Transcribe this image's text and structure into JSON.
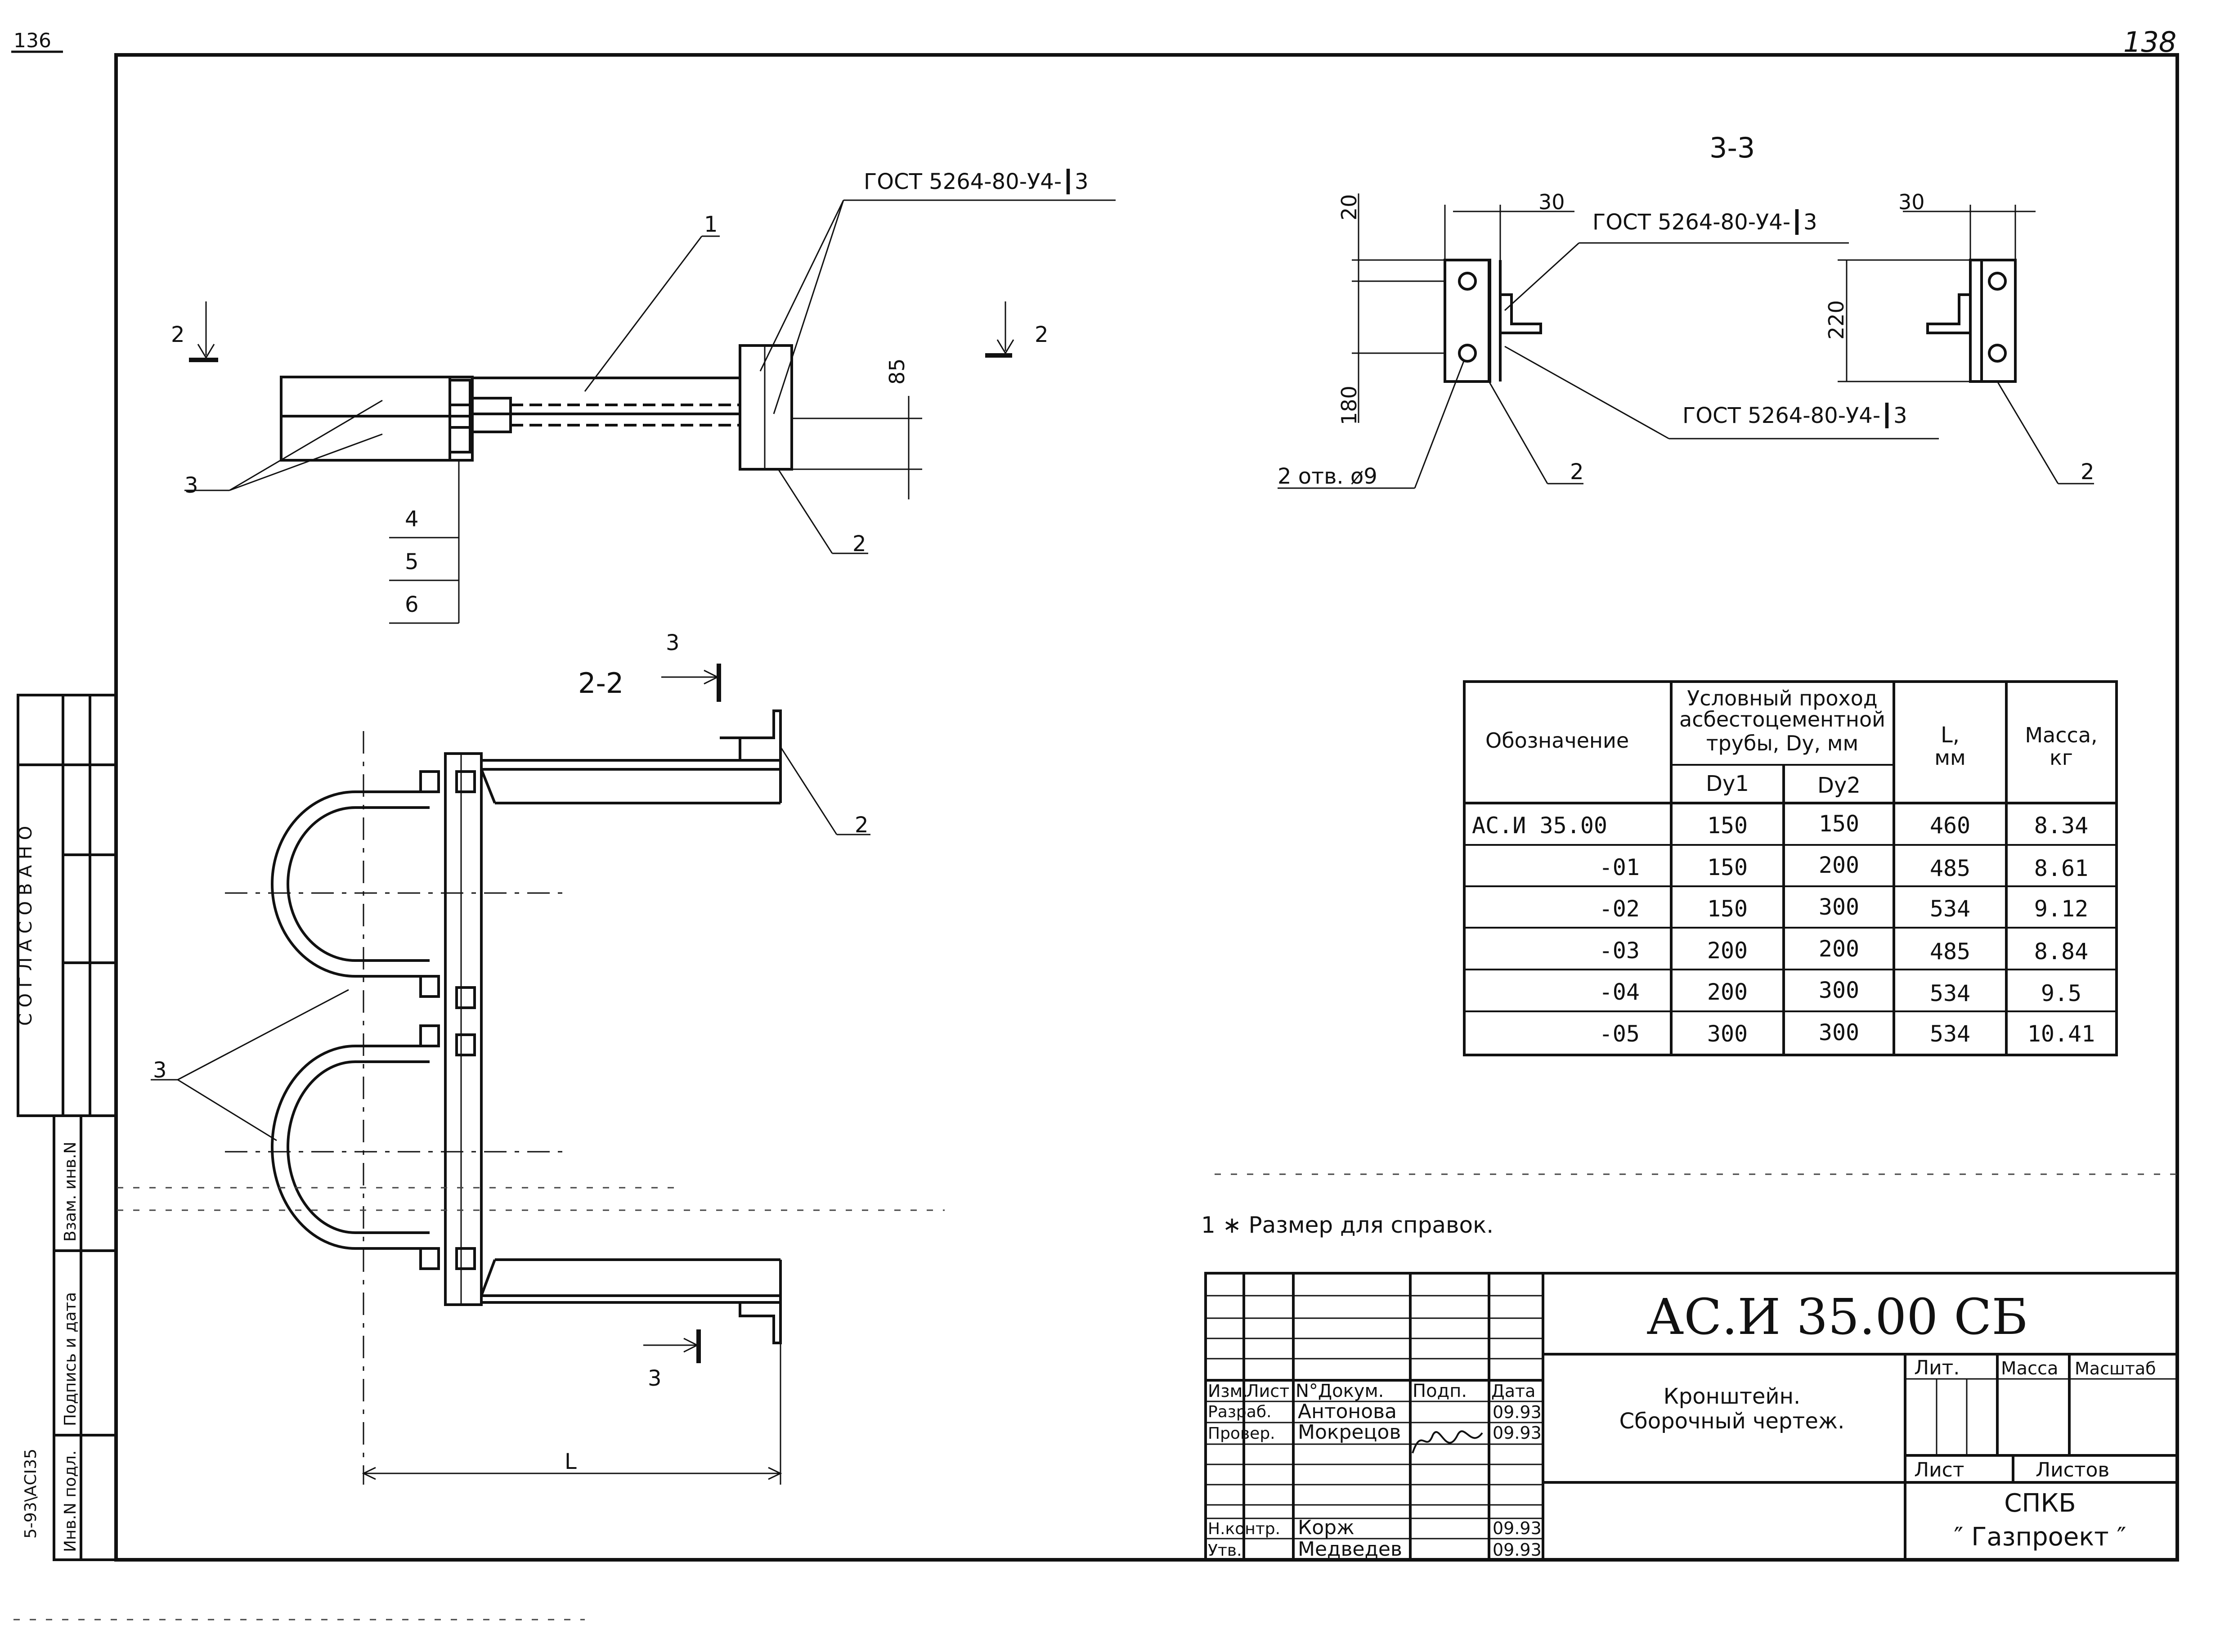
{
  "page": {
    "number": "138",
    "corner_mark": "136"
  },
  "view_main": {
    "weld_callout": "ГОСТ 5264-80-У4-┃3",
    "pos_1": "1",
    "pos_2": "2",
    "pos_3": "3",
    "pos_4": "4",
    "pos_5": "5",
    "pos_6": "6",
    "dim_85": "85",
    "cut_left": "2",
    "cut_right": "2"
  },
  "view_section22": {
    "title": "2-2",
    "cut_top": "3",
    "cut_bottom": "3",
    "pos_2": "2",
    "pos_3": "3",
    "dim_L": "L"
  },
  "view_section33": {
    "title": "3-3",
    "weld_top": "ГОСТ 5264-80-У4-┃3",
    "weld_bottom": "ГОСТ 5264-80-У4-┃3",
    "dim_30_left": "30",
    "dim_30_right": "30",
    "dim_20": "20",
    "dim_180": "180",
    "dim_220": "220",
    "holes": "2 отв. ø9",
    "pos_2_left": "2",
    "pos_2_right": "2"
  },
  "variant_table": {
    "header_designation": "Обозначение",
    "header_dn_line1": "Условный проход",
    "header_dn_line2": "асбестоцементной",
    "header_dn_line3": "трубы, Dy, мм",
    "header_dy1": "Dy1",
    "header_dy2": "Dy2",
    "header_L_line1": "L,",
    "header_L_line2": "мм",
    "header_mass_line1": "Масса,",
    "header_mass_line2": "кг",
    "rows": [
      {
        "designation": "АС.И 35.00",
        "dy1": "150",
        "dy2": "150",
        "L": "460",
        "mass": "8.34"
      },
      {
        "designation": "-01",
        "dy1": "150",
        "dy2": "200",
        "L": "485",
        "mass": "8.61"
      },
      {
        "designation": "-02",
        "dy1": "150",
        "dy2": "300",
        "L": "534",
        "mass": "9.12"
      },
      {
        "designation": "-03",
        "dy1": "200",
        "dy2": "200",
        "L": "485",
        "mass": "8.84"
      },
      {
        "designation": "-04",
        "dy1": "200",
        "dy2": "300",
        "L": "534",
        "mass": "9.5"
      },
      {
        "designation": "-05",
        "dy1": "300",
        "dy2": "300",
        "L": "534",
        "mass": "10.41"
      }
    ]
  },
  "note": "1 ∗ Размер для справок.",
  "side_strip": {
    "agreed": "С О Г Л А С О В А Н О",
    "replaced_inv": "Взам. инв.N",
    "sign_date": "Подпись и дата",
    "inv_orig": "Инв.N подл.",
    "archive": "5-93\\АСI35"
  },
  "title_block": {
    "code": "АС.И 35.00  СБ",
    "name_line1": "Кронштейн.",
    "name_line2": "Сборочный чертеж.",
    "col_change": "Изм.",
    "col_sheet": "Лист",
    "col_docno": "N°Докум.",
    "col_sign": "Подп.",
    "col_date": "Дата",
    "role_dev": "Разраб.",
    "role_check": "Провер.",
    "role_norm": "Н.контр.",
    "role_approve": "Утв.",
    "name_dev": "Антонова",
    "name_check": "Мокрецов",
    "name_norm": "Корж",
    "name_approve": "Медведев",
    "date_dev": "09.93",
    "date_check": "09.93",
    "date_norm": "09.93",
    "date_approve": "09.93",
    "lit_label": "Лит.",
    "mass_label": "Масса",
    "scale_label": "Масштаб",
    "sheet_label": "Лист",
    "sheets_label": "Листов",
    "org_line1": "СПКБ",
    "org_line2": "″ Газпроект ″"
  }
}
